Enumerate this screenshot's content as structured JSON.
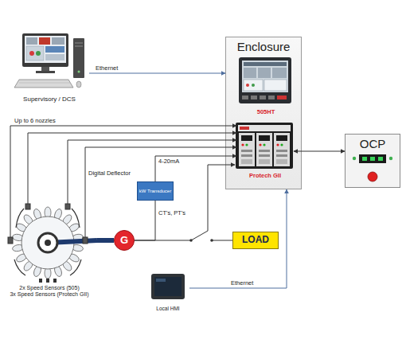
{
  "diagram": {
    "nodes": [
      {
        "text": [
          "Supervisory / DCS"
        ]
      },
      {
        "text": [
          "Enclosure"
        ]
      },
      {
        "text": [
          "505HT"
        ],
        "in": 1
      },
      {
        "text": [
          "Protech GII"
        ],
        "in": 1
      },
      {
        "text": [
          "OCP"
        ]
      },
      {
        "text": [
          "kW Transducer"
        ]
      },
      {
        "text": [
          "2x Speed Sensors (505)",
          "3x Speed Sensors (Protech GII)"
        ]
      },
      {
        "text": [
          "G"
        ]
      },
      {
        "text": [
          "LOAD"
        ]
      },
      {
        "text": [
          "Local HMI"
        ]
      }
    ],
    "edges": [
      {
        "from": 0,
        "to": 1,
        "label": "Ethernet",
        "arrow": "to"
      },
      {
        "from": 6,
        "to": 3,
        "label": "Up to 6 nozzles",
        "arrow": "to"
      },
      {
        "from": 6,
        "to": 3,
        "arrow": "to"
      },
      {
        "from": 6,
        "to": 3,
        "arrow": "to"
      },
      {
        "from": 6,
        "to": 3,
        "label": "Digital Deflector",
        "arrow": "to"
      },
      {
        "from": 5,
        "to": 3,
        "label": "4-20mA",
        "arrow": "to"
      },
      {
        "from": 7,
        "to": 5,
        "label": "CT's, PT's",
        "arrow": "none"
      },
      {
        "from": 6,
        "to": 7,
        "arrow": "none"
      },
      {
        "from": 7,
        "to": 8,
        "arrow": "none"
      },
      {
        "from": 9,
        "to": 1,
        "label": "Ethernet",
        "arrow": "to"
      },
      {
        "from": 3,
        "to": 4,
        "arrow": "both"
      }
    ]
  }
}
